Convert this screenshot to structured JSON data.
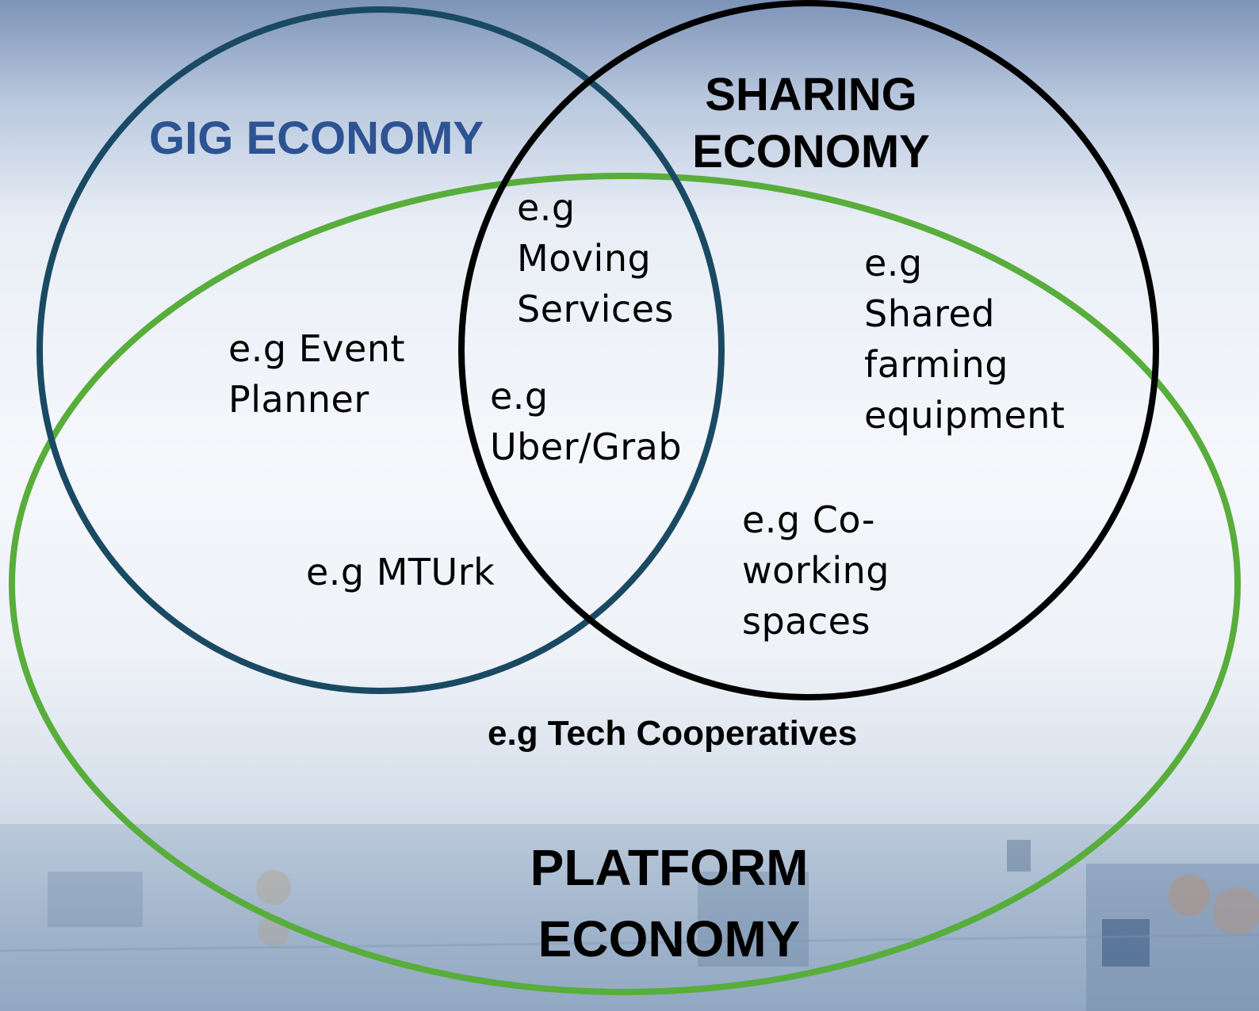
{
  "colors": {
    "gig_circle": "#1a4a63",
    "sharing_circle": "#000000",
    "platform_ellipse": "#58ad3b",
    "gig_title": "#2d5393"
  },
  "sets": {
    "gig": {
      "title": "GIG ECONOMY"
    },
    "sharing": {
      "title_line1": "SHARING",
      "title_line2": "ECONOMY"
    },
    "platform": {
      "title_line1": "PLATFORM",
      "title_line2": "ECONOMY"
    }
  },
  "examples": {
    "moving": {
      "line1": "e.g",
      "line2": "Moving",
      "line3": "Services"
    },
    "event": {
      "line1": "e.g  Event",
      "line2": "Planner"
    },
    "uber": {
      "line1": "e.g",
      "line2": "Uber/Grab"
    },
    "farming": {
      "line1": "e.g",
      "line2": "Shared",
      "line3": "farming",
      "line4": "equipment"
    },
    "coworking": {
      "line1": "e.g  Co-",
      "line2": "working",
      "line3": "spaces"
    },
    "mturk": {
      "text": "e.g  MTUrk"
    },
    "tech": {
      "text": "e.g  Tech Cooperatives"
    }
  }
}
